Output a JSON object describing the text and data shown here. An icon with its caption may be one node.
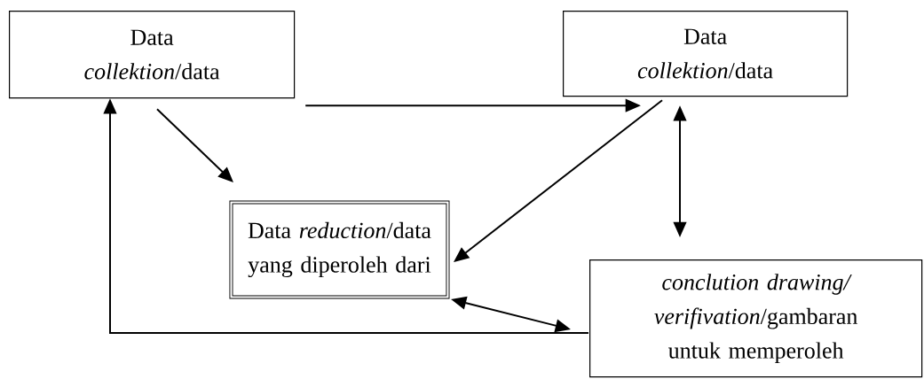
{
  "diagram": {
    "nodes": [
      {
        "text": [
          "Data *collektion*/data"
        ]
      },
      {
        "text": [
          "Data *collektion*/data"
        ]
      },
      {
        "text": [
          "Data *reduction*/data yang diperoleh dari"
        ]
      },
      {
        "text": [
          "*conclution drawing/ verifivation*/gambaran untuk memperoleh"
        ]
      }
    ],
    "edges": [
      {
        "from": 0,
        "to": 1,
        "arrow": "to"
      },
      {
        "from": 0,
        "to": 2,
        "arrow": "to"
      },
      {
        "from": 1,
        "to": 2,
        "arrow": "to"
      },
      {
        "from": 1,
        "to": 3,
        "arrow": "both"
      },
      {
        "from": 2,
        "to": 3,
        "arrow": "both"
      },
      {
        "from": 3,
        "to": 0,
        "arrow": "to"
      }
    ]
  }
}
